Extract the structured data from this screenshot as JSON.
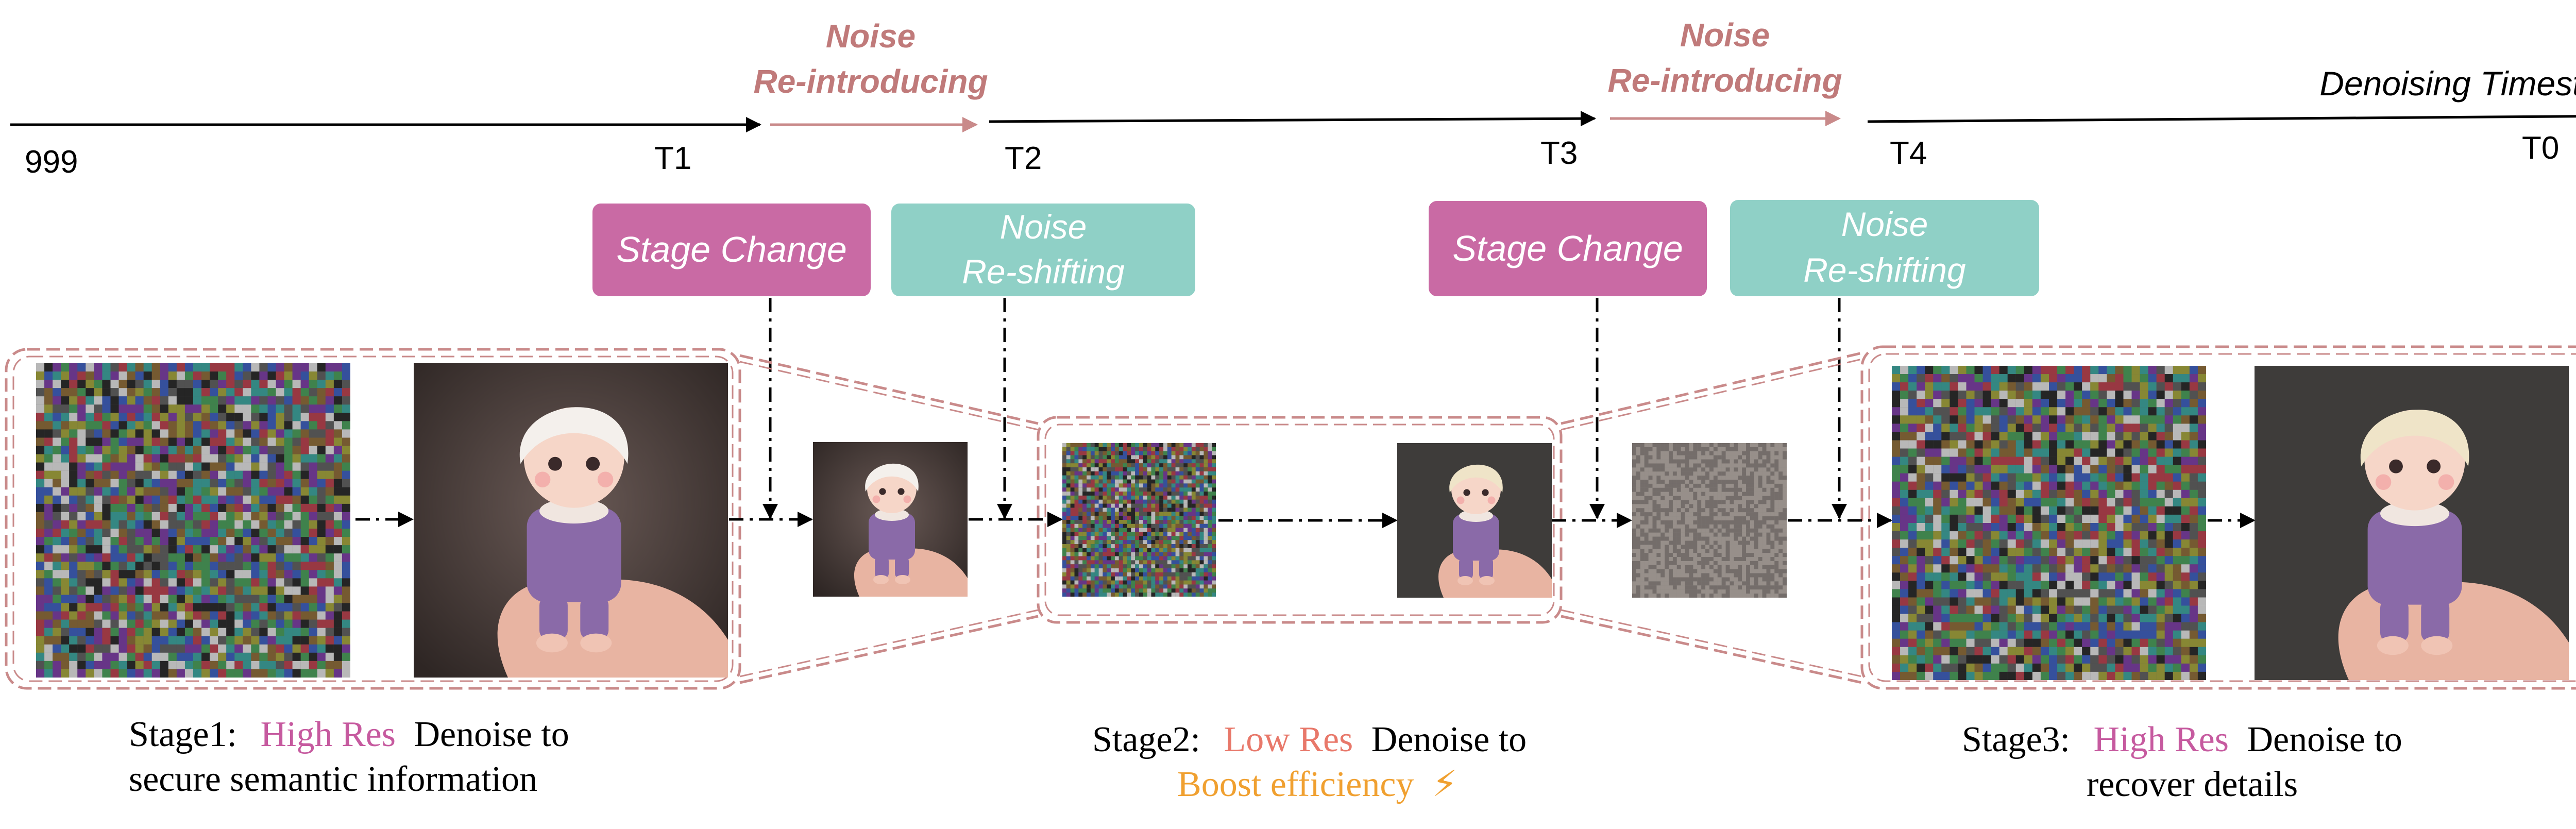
{
  "timeline": {
    "axis_title": "Denoising Timestep",
    "ticks": [
      "999",
      "T1",
      "T2",
      "T3",
      "T4",
      "T0"
    ],
    "gaps": [
      {
        "line1": "Noise",
        "line2": "Re-introducing"
      },
      {
        "line1": "Noise",
        "line2": "Re-introducing"
      }
    ]
  },
  "operations": {
    "stage_change_1": "Stage Change",
    "noise_reshift_1": {
      "line1": "Noise",
      "line2": "Re-shifting"
    },
    "stage_change_2": "Stage Change",
    "noise_reshift_2": {
      "line1": "Noise",
      "line2": "Re-shifting"
    }
  },
  "stages": [
    {
      "name": "Stage1:",
      "res": "High Res",
      "rest_line1": "Denoise to",
      "line2": "secure semantic information"
    },
    {
      "name": "Stage2:",
      "res": "Low Res",
      "rest_line1": "Denoise to",
      "line2": "Boost efficiency",
      "emoji": "⚡"
    },
    {
      "name": "Stage3:",
      "res": "High Res",
      "rest_line1": "Denoise to",
      "line2": "recover details"
    }
  ],
  "images": [
    {
      "kind": "noise"
    },
    {
      "kind": "doll"
    },
    {
      "kind": "doll"
    },
    {
      "kind": "noise"
    },
    {
      "kind": "doll"
    },
    {
      "kind": "noise-faint"
    },
    {
      "kind": "noise"
    },
    {
      "kind": "doll"
    }
  ],
  "colors": {
    "stage_change": "#c96aa4",
    "noise_reshift": "#8fd0c6",
    "reintro_text": "#c07a7a",
    "frame": "#c98a8a",
    "high_res": "#c65a9f",
    "low_res": "#e8786a",
    "boost": "#f0a030"
  }
}
